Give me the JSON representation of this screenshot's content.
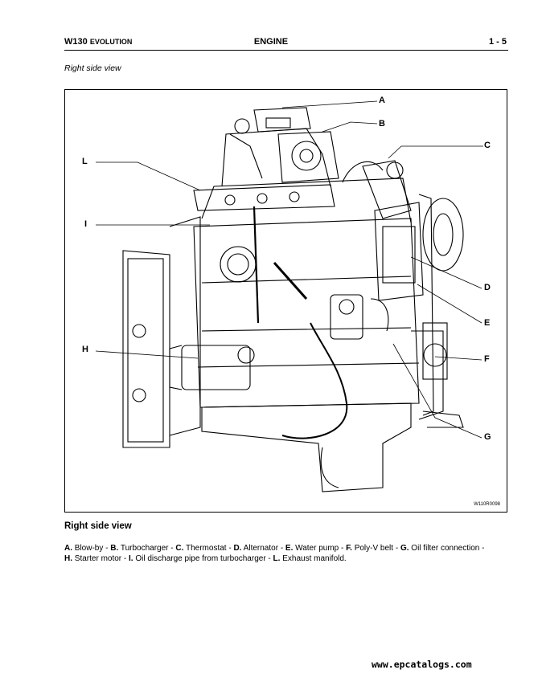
{
  "header": {
    "model": "W130",
    "model_suffix": "EVOLUTION",
    "section": "ENGINE",
    "page": "1 - 5"
  },
  "subtitle": "Right side view",
  "figure": {
    "ref": "W110R0098",
    "callouts": {
      "A": "A",
      "B": "B",
      "C": "C",
      "D": "D",
      "E": "E",
      "F": "F",
      "G": "G",
      "H": "H",
      "I": "I",
      "L": "L"
    }
  },
  "caption": {
    "title": "Right side view",
    "items": [
      {
        "key": "A.",
        "text": " Blow-by - "
      },
      {
        "key": "B.",
        "text": " Turbocharger - "
      },
      {
        "key": "C.",
        "text": " Thermostat - "
      },
      {
        "key": "D.",
        "text": " Alternator - "
      },
      {
        "key": "E.",
        "text": " Water pump - "
      },
      {
        "key": "F.",
        "text": " Poly-V belt - "
      },
      {
        "key": "G.",
        "text": " Oil filter connection - "
      },
      {
        "key": "H.",
        "text": " Starter motor - "
      },
      {
        "key": "I.",
        "text": " Oil discharge pipe from turbocharger - "
      },
      {
        "key": "L.",
        "text": " Exhaust manifold."
      }
    ]
  },
  "footer": {
    "url": "www.epcatalogs.com"
  }
}
